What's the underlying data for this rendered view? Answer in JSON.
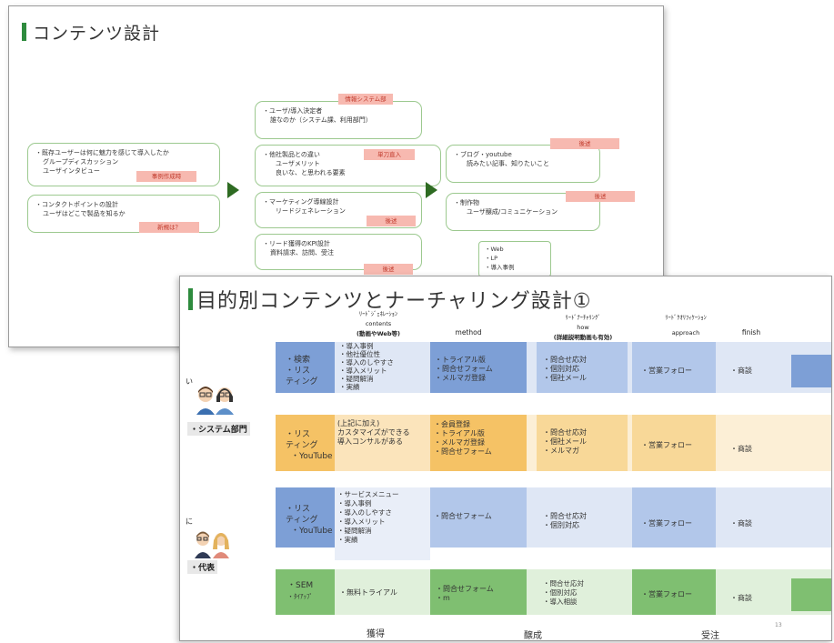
{
  "slide1": {
    "title": "コンテンツ設計",
    "left_boxes": [
      {
        "lines": [
          "・既存ユーザーは何に魅力を感じて導入したか",
          "グループディスカッション",
          "ユーザインタビュー"
        ],
        "tag": "事例作成時"
      },
      {
        "lines": [
          "・コンタクトポイントの設計",
          "ユーザはどこで製品を知るか"
        ],
        "tag": "新規は？"
      }
    ],
    "middle_boxes": [
      {
        "lines": [
          "・ユーザ/導入決定者",
          "誰なのか（システム課、利用部門）"
        ],
        "tag": "情報システム部"
      },
      {
        "lines": [
          "・他社製品との違い",
          "ユーザメリット",
          "良いな、と思われる要素"
        ],
        "tag": "単刀直入"
      },
      {
        "lines": [
          "・マーケティング導線設計",
          "リードジェネレーション"
        ],
        "tag": "後述"
      },
      {
        "lines": [
          "・リード獲得のKPI設計",
          "資料請求、訪問、受注"
        ],
        "tag": "後述"
      }
    ],
    "right_boxes": [
      {
        "lines": [
          "・ブログ・youtube",
          "読みたい記事、知りたいこと"
        ],
        "tag": "後述"
      },
      {
        "lines": [
          "・制作物",
          "ユーザ醸成/コミュニケーション"
        ],
        "tag": "後述"
      }
    ],
    "list_items": [
      "・Web",
      "・LP",
      "・導入事例"
    ]
  },
  "slide2": {
    "title": "目的別コンテンツとナーチャリング設計①",
    "columns": [
      {
        "top": "ﾘｰﾄﾞｼﾞｪﾈﾚｰｼｮﾝ",
        "mid": "contents",
        "bottom": "(動画やWeb等)"
      },
      {
        "top": "",
        "mid": "method",
        "bottom": ""
      },
      {
        "top": "ﾘｰﾄﾞﾅｰﾁｬﾘﾝｸﾞ",
        "mid": "how",
        "bottom": "(詳細説明動画も有効)"
      },
      {
        "top": "ﾘｰﾄﾞｸｵﾘﾌｨｹｰｼｮﾝ",
        "mid": "approach",
        "bottom": ""
      },
      {
        "top": "",
        "mid": "finish",
        "bottom": ""
      }
    ],
    "personas": [
      {
        "prefix": "い",
        "label": "・システム部門"
      },
      {
        "prefix": "に",
        "label": "・代表"
      }
    ],
    "rows": [
      {
        "channel": [
          "・検索",
          "・リス",
          "ティング"
        ],
        "contents": [
          "・導入事例",
          "・他社優位性",
          "・導入のしやすさ",
          "・導入メリット",
          "・疑問解消",
          "・実績"
        ],
        "method": [
          "・トライアル版",
          "・問合せフォーム",
          "・メルマガ登録"
        ],
        "how": [
          "・問合せ応対",
          "・個別対応",
          "・個社メール"
        ],
        "approach": "・営業フォロー",
        "finish": "・商談",
        "color_dark": "#7d9fd6",
        "color_mid": "#b2c7ea",
        "color_light": "#dfe7f5"
      },
      {
        "channel": [
          "・リス",
          "ティング",
          "・YouTube"
        ],
        "contents": [
          "(上記に加え)",
          "カスタマイズができる",
          "導入コンサルがある"
        ],
        "method": [
          "・会員登録",
          "・トライアル版",
          "・メルマガ登録",
          "・問合せフォーム"
        ],
        "how": [
          "・問合せ応対",
          "・個社メール",
          "・メルマガ"
        ],
        "approach": "・営業フォロー",
        "finish": "・商談",
        "color_dark": "#f5c265",
        "color_mid": "#f8d898",
        "color_light": "#fcefd6"
      },
      {
        "channel": [
          "・リス",
          "ティング",
          "・YouTube"
        ],
        "contents": [
          "・サービスメニュー",
          "・導入事例",
          "・導入のしやすさ",
          "・導入メリット",
          "・疑問解消",
          "・実績"
        ],
        "method": [
          "・問合せフォーム"
        ],
        "how": [
          "・問合せ応対",
          "・個別対応"
        ],
        "approach": "・営業フォロー",
        "finish": "・商談",
        "color_dark": "#7d9fd6",
        "color_mid": "#b2c7ea",
        "color_light": "#dfe7f5"
      },
      {
        "channel": [
          "・SEM",
          "・ﾀｲｱｯﾌﾟ"
        ],
        "contents": [
          "・無料トライアル"
        ],
        "method": [
          "・問合せフォーム",
          "・m"
        ],
        "how": [
          "・問合せ応対",
          "・個別対応",
          "・導入相談"
        ],
        "approach": "・営業フォロー",
        "finish": "・商談",
        "color_dark": "#7fbf71",
        "color_mid": "#b4dba9",
        "color_light": "#e0f0db"
      }
    ],
    "footer": [
      "獲得",
      "醸成",
      "受注"
    ],
    "page_number": "13"
  }
}
